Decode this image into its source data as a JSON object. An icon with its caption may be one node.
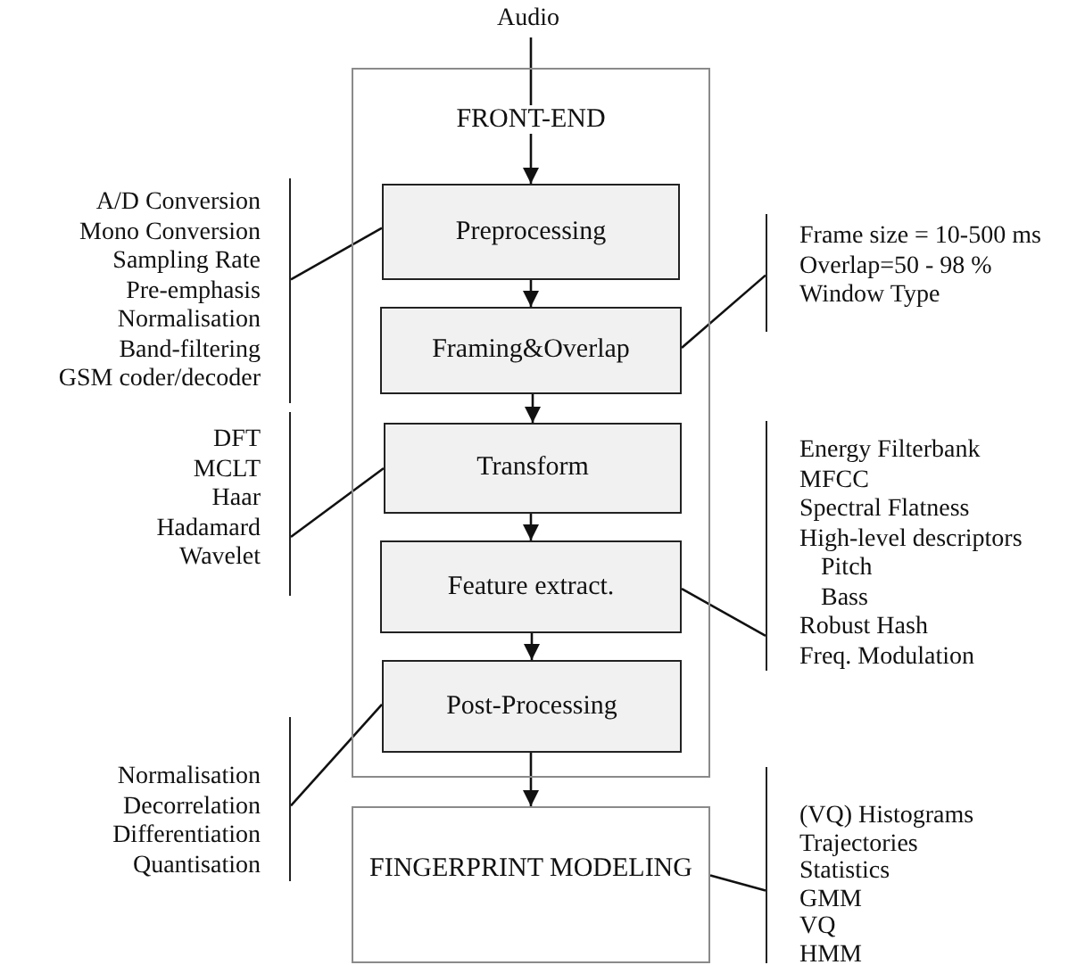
{
  "diagram": {
    "nodes": [
      {
        "text": [
          "Audio"
        ]
      },
      {
        "text": [
          "FRONT-END"
        ]
      },
      {
        "text": [
          "Preprocessing"
        ],
        "in": 1
      },
      {
        "text": [
          "Framing&Overlap"
        ],
        "in": 1
      },
      {
        "text": [
          "Transform"
        ],
        "in": 1
      },
      {
        "text": [
          "Feature extract."
        ],
        "in": 1
      },
      {
        "text": [
          "Post-Processing"
        ],
        "in": 1
      },
      {
        "text": [
          "FINGERPRINT MODELING"
        ]
      },
      {
        "text": [
          "A/D Conversion",
          "Mono Conversion",
          "Sampling Rate",
          "Pre-emphasis",
          "Normalisation",
          "Band-filtering",
          "GSM coder/decoder"
        ]
      },
      {
        "text": [
          "Frame size = 10-500 ms",
          "Overlap=50 - 98 %",
          "Window Type"
        ]
      },
      {
        "text": [
          "DFT",
          "MCLT",
          "Haar",
          "Hadamard",
          "Wavelet"
        ]
      },
      {
        "text": [
          "Energy Filterbank",
          "MFCC",
          "Spectral Flatness",
          "High-level descriptors",
          "Pitch",
          "Bass",
          "Robust Hash",
          "Freq. Modulation"
        ]
      },
      {
        "text": [
          "Normalisation",
          "Decorrelation",
          "Differentiation",
          "Quantisation"
        ]
      },
      {
        "text": [
          "(VQ) Histograms",
          "Trajectories",
          "Statistics",
          "GMM",
          "VQ",
          "HMM"
        ]
      }
    ],
    "edges": [
      {
        "from": 0,
        "to": 2,
        "arrow": "to"
      },
      {
        "from": 2,
        "to": 3,
        "arrow": "to"
      },
      {
        "from": 3,
        "to": 4,
        "arrow": "to"
      },
      {
        "from": 4,
        "to": 5,
        "arrow": "to"
      },
      {
        "from": 5,
        "to": 6,
        "arrow": "to"
      },
      {
        "from": 6,
        "to": 7,
        "arrow": "to"
      },
      {
        "from": 8,
        "to": 2,
        "arrow": "none"
      },
      {
        "from": 9,
        "to": 3,
        "arrow": "none"
      },
      {
        "from": 10,
        "to": 4,
        "arrow": "none"
      },
      {
        "from": 11,
        "to": 5,
        "arrow": "none"
      },
      {
        "from": 12,
        "to": 6,
        "arrow": "none"
      },
      {
        "from": 13,
        "to": 7,
        "arrow": "none"
      }
    ]
  }
}
